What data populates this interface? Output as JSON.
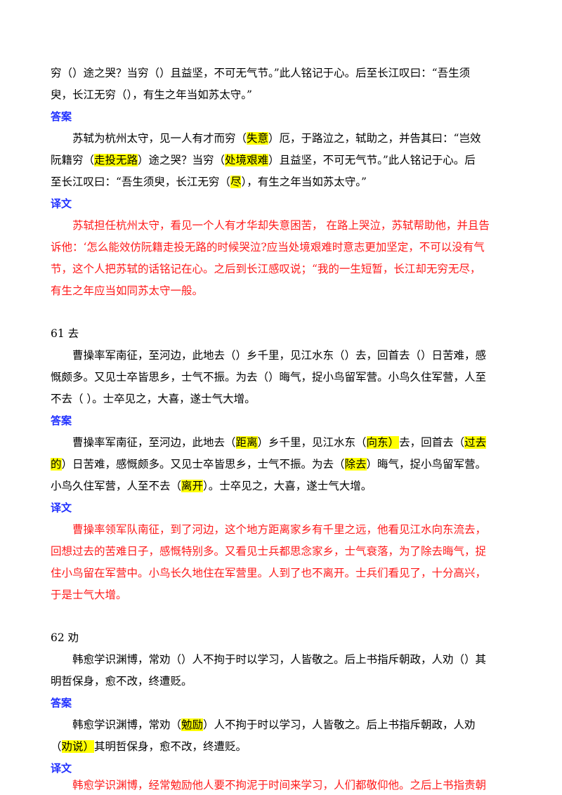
{
  "colors": {
    "heading": "#1f2fff",
    "translation": "#ff1a1a",
    "highlight": "#ffff00"
  },
  "top": {
    "q_lines": [
      "穷（）途之哭？当穷（）且益坚，不可无气节。”此人铭记于心。后至长江叹曰：“吾生须",
      "臾，长江无穷（），有生之年当如苏太守。”"
    ],
    "answer_label": "答案",
    "a_lines": [
      {
        "p1": "苏轼为杭州太守，见一人有才而穷（",
        "h1": "失意",
        "p2": "）厄，于路泣之，轼助之，并告其曰：“岂效"
      },
      {
        "p1": "阮籍穷（",
        "h1": "走投无路",
        "p2": "）途之哭？当穷（",
        "h2": "处境艰难",
        "p3": "）且益坚，不可无气节。”此人铭记于心。后"
      },
      {
        "p1": "至长江叹曰：“吾生须臾，长江无穷（",
        "h1": "尽",
        "p2": "），有生之年当如苏太守。”"
      }
    ],
    "translation_label": "译文",
    "t_lines": [
      "苏轼担任杭州太守，看见一个人有才华却失意困苦，  在路上哭泣，苏轼帮助他，并且告",
      "诉他：‘怎么能效仿阮籍走投无路的时候哭泣?应当处境艰难时意志更加坚定，不可以没有气",
      "节，这个人把苏轼的话铭记在心。之后到长江感叹说；“我的一生短暂，长江却无穷无尽，",
      "有生之年应当如同苏太守一般。"
    ]
  },
  "s61": {
    "title": "61 去",
    "q_lines": [
      "曹操率军南征，至河边，此地去（）乡千里，见江水东（）去，回首去（）日苦难，感",
      "慨颇多。又见士卒皆思乡，士气不振。为去（）晦气，捉小鸟留军营。小鸟久住军营，人至",
      "不去（   ）。士卒见之，大喜，遂士气大增。"
    ],
    "answer_label": "答案",
    "a_lines": [
      {
        "p1": "曹操率军南征，至河边，此地去（",
        "h1": "距离",
        "p2": "）乡千里，见江水东（",
        "h2": "向东）",
        "p3": "去，回首去（",
        "h3": "过去"
      },
      {
        "h0": "的",
        "p1": "）日苦难，感慨颇多。又见士卒皆思乡，士气不振。为去（",
        "h1": "除去",
        "p2": "）晦气，捉小鸟留军营。"
      },
      {
        "p1": "小鸟久住军营，人至不去（",
        "h1": "离开",
        "p2": "）。士卒见之，大喜，遂士气大增。"
      }
    ],
    "translation_label": "译文",
    "t_lines": [
      "曹操率领军队南征，到了河边，这个地方距离家乡有千里之远，他看见江水向东流去，",
      "回想过去的苦难日子，感慨特别多。又看见士兵都思念家乡，士气衰落，为了除去晦气，捉",
      "住小鸟留在军营中。小鸟长久地住在军营里。人到了也不离开。士兵们看见了，十分高兴，",
      "于是士气大增。"
    ]
  },
  "s62": {
    "title": "62 劝",
    "q_lines": [
      "韩愈学识渊博，常劝（）人不拘于时以学习，人皆敬之。后上书指斥朝政，人劝（）其",
      "明哲保身，愈不改，终遭贬。"
    ],
    "answer_label": "答案",
    "a_lines": [
      {
        "p1": "韩愈学识渊博，常劝（",
        "h1": "勉励",
        "p2": "）人不拘于时以学习，人皆敬之。后上书指斥朝政，人劝"
      },
      {
        "p1": "（",
        "h1": "劝说）",
        "p2": "其明哲保身，愈不改，终遭贬。"
      }
    ],
    "translation_label": "译文",
    "t_lines": [
      "韩愈学识渊博，经常勉励他人要不拘泥于时间来学习，人们都敬仰他。之后上书指责朝"
    ]
  }
}
